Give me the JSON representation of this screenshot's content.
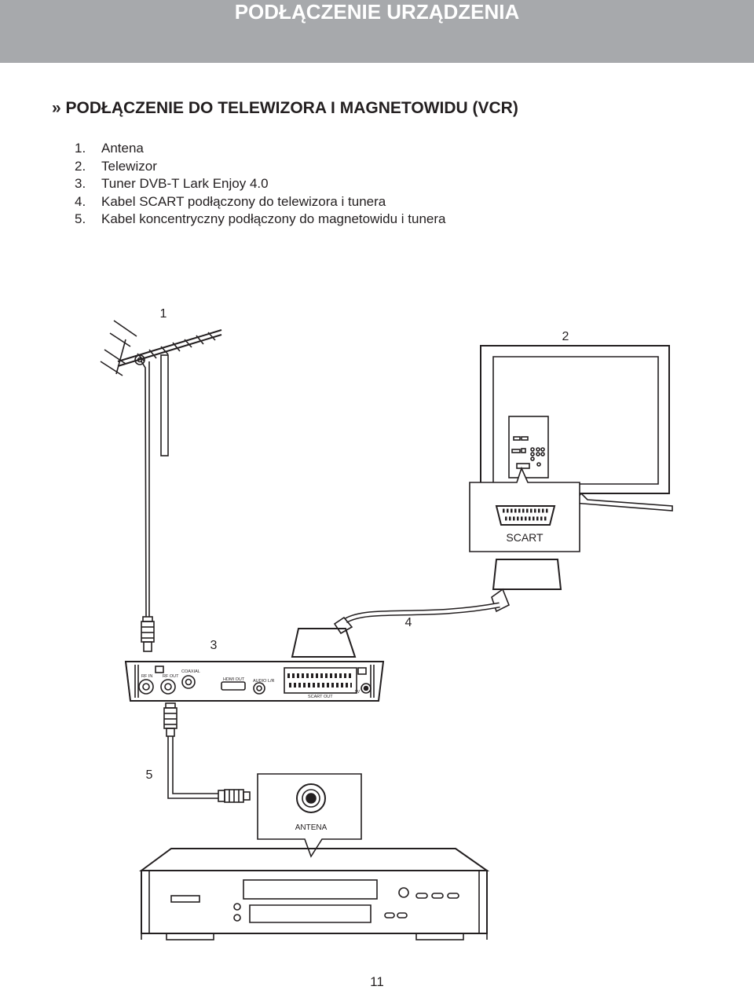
{
  "header": {
    "title": "PODŁĄCZENIE URZĄDZENIA",
    "bar_color": "#a7a9ac"
  },
  "section": {
    "title": "» PODŁĄCZENIE DO TELEWIZORA I MAGNETOWIDU (VCR)"
  },
  "items": [
    {
      "num": "1.",
      "text": "Antena"
    },
    {
      "num": "2.",
      "text": "Telewizor"
    },
    {
      "num": "3.",
      "text": "Tuner DVB-T Lark Enjoy 4.0"
    },
    {
      "num": "4.",
      "text": "Kabel SCART podłączony do telewizora i tunera"
    },
    {
      "num": "5.",
      "text": "Kabel koncentryczny podłączony do magnetowidu i tunera"
    }
  ],
  "diagram": {
    "callouts": {
      "antenna": "1",
      "tv": "2",
      "tuner": "3",
      "scart_cable": "4",
      "coax_cable": "5"
    },
    "labels": {
      "scart": "SCART",
      "antena": "ANTENA",
      "rf_in": "RF IN",
      "rf_out": "RF OUT",
      "coaxial": "COAXIAL",
      "hdmi_out": "HDMI OUT",
      "audio_lr": "AUDIO L/R",
      "scart_out": "SCART OUT",
      "power": "5V"
    }
  },
  "page_number": "11"
}
